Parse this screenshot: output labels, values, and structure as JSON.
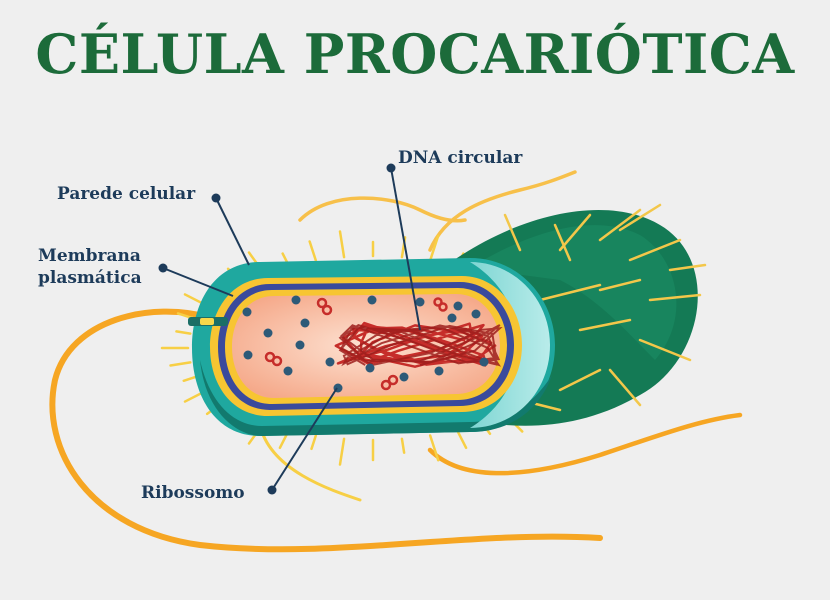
{
  "title": "CÉLULA PROCARIÓTICA",
  "labels": {
    "parede": "Parede celular",
    "membrana_1": "Membrana",
    "membrana_2": "plasmática",
    "dna": "DNA circular",
    "ribossomo": "Ribossomo"
  },
  "colors": {
    "title": "#1c6b3a",
    "label": "#1d3b5a",
    "wall_teal": "#1fa89f",
    "wall_dark": "#127a6e",
    "back_green": "#147a55",
    "membrane_yellow": "#f7c532",
    "membrane_blue": "#3a4a9c",
    "cytoplasm": "#f6b599",
    "dna": "#c62d2a",
    "ribosome": "#2d5a78",
    "flagellum": "#f6a623",
    "pili": "#f7cf45"
  }
}
